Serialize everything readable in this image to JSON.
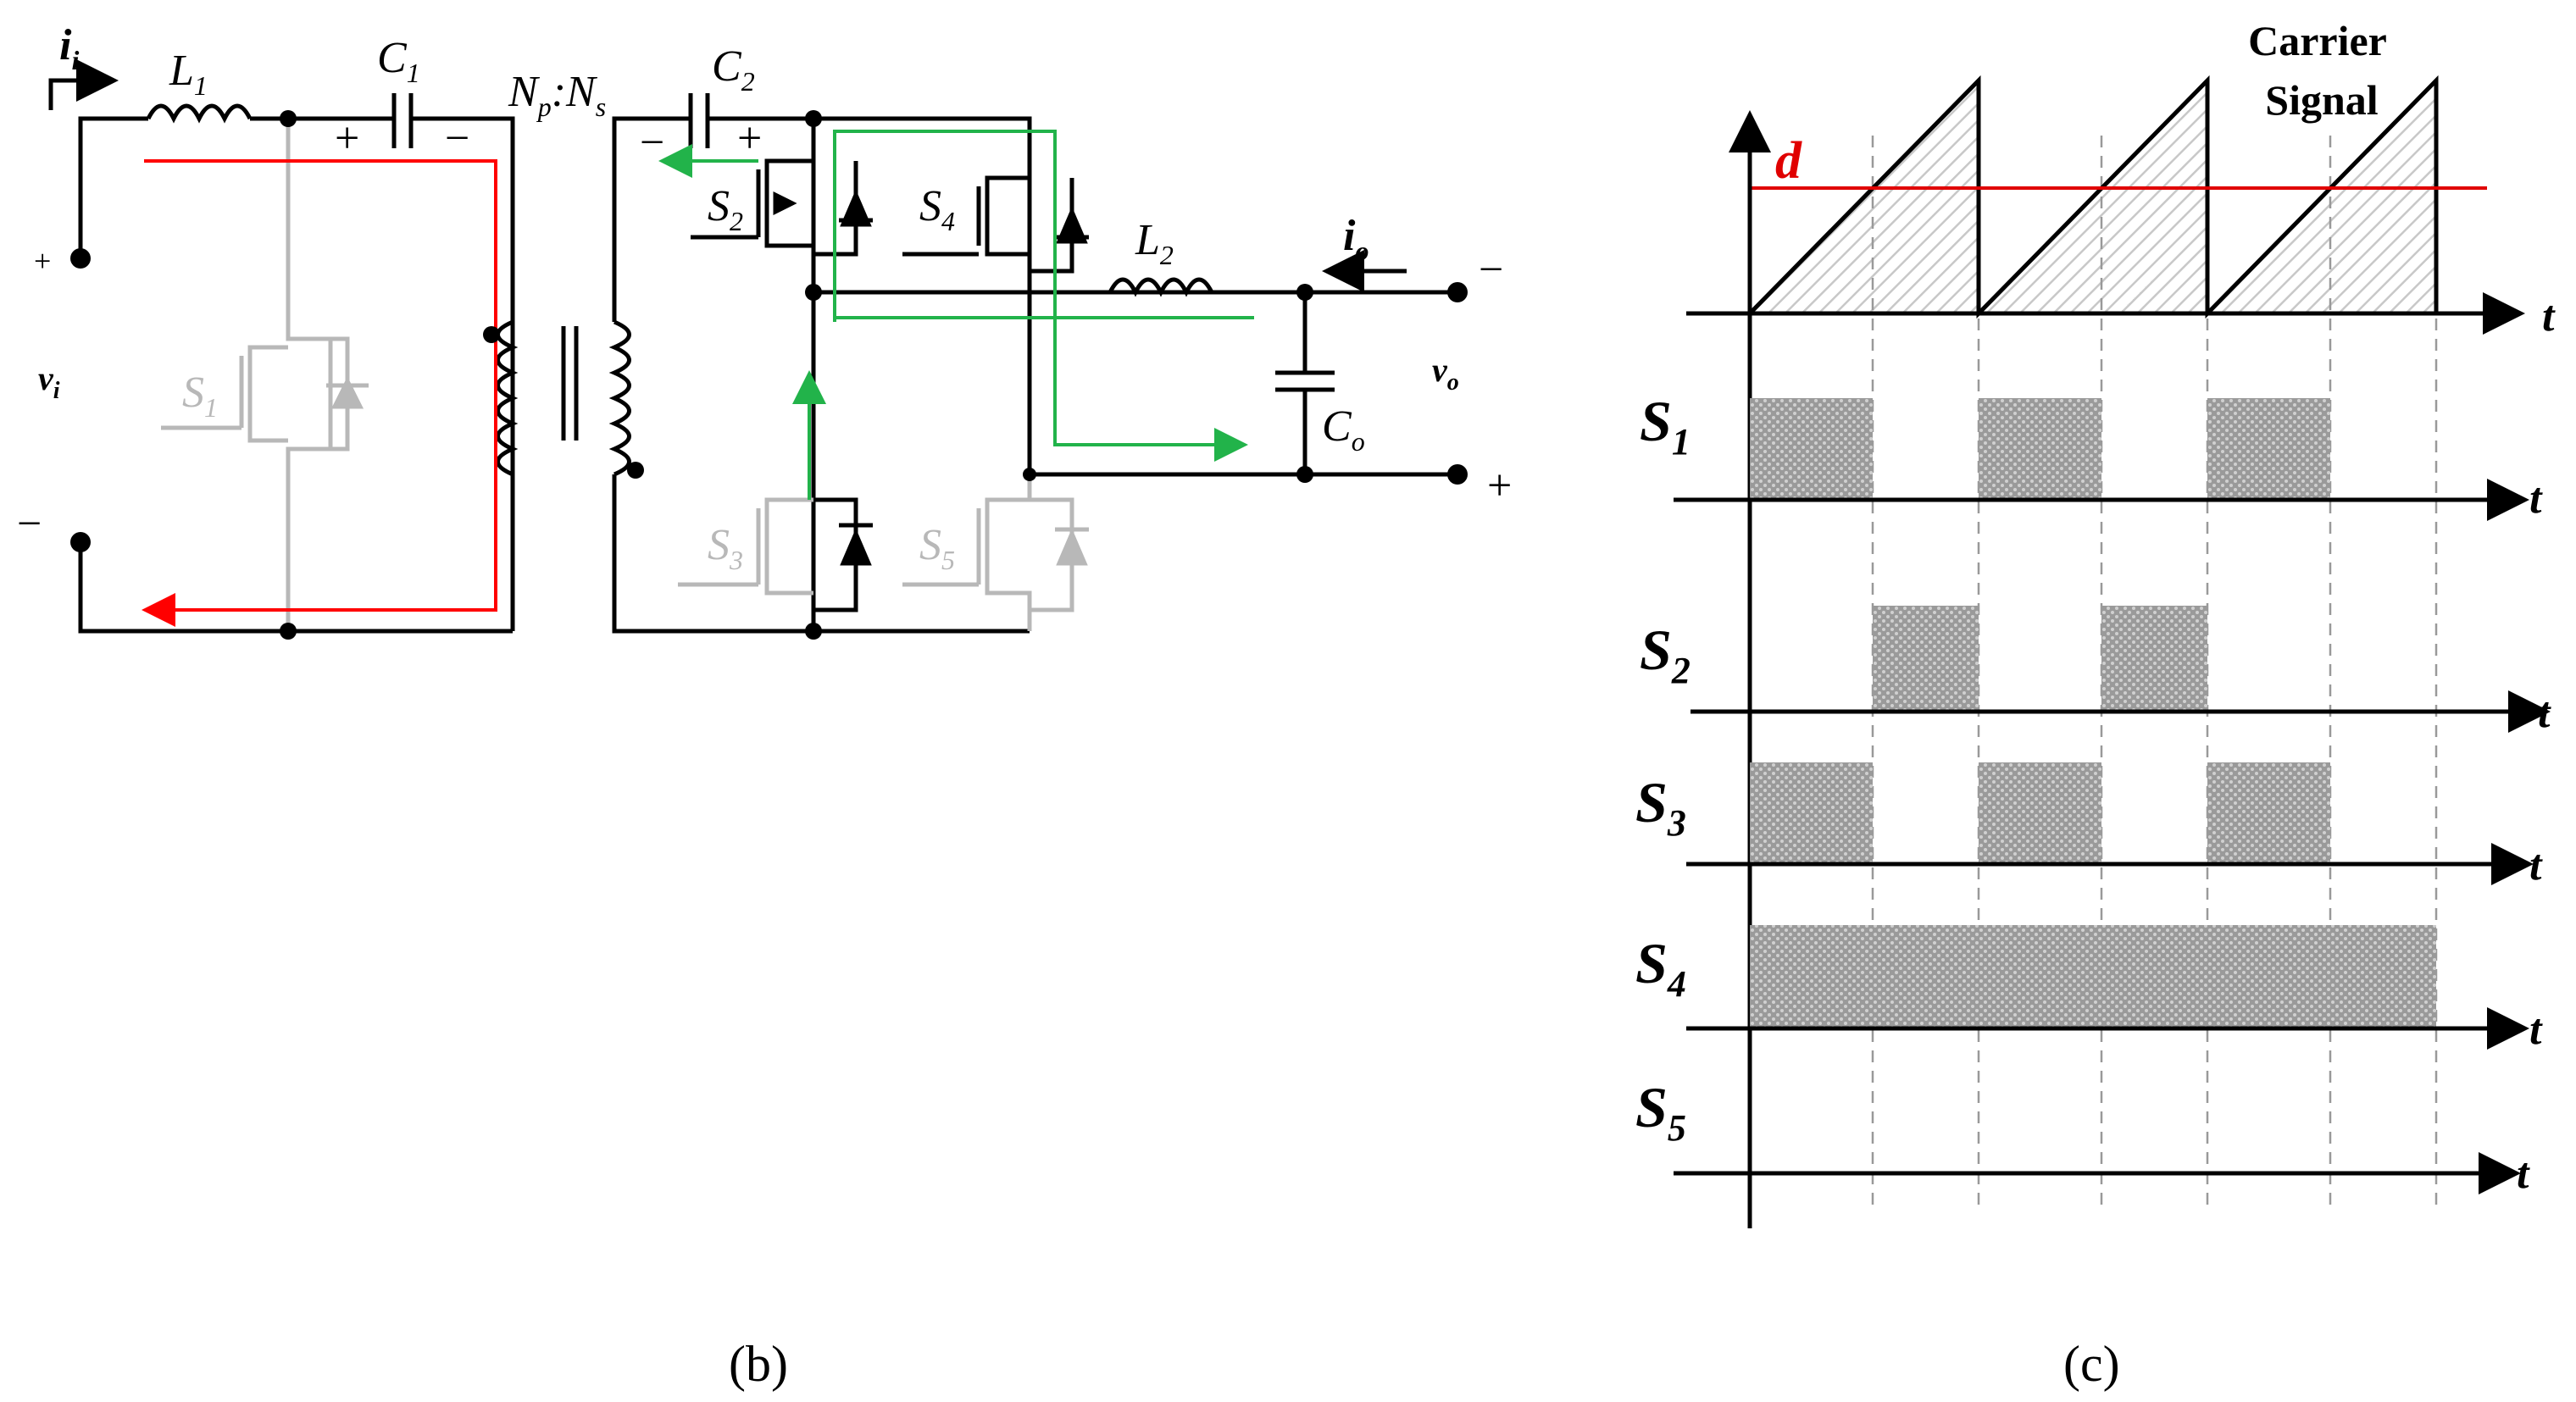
{
  "circuit": {
    "input_current": "i",
    "input_current_sub": "i",
    "L1": "L",
    "L1_sub": "1",
    "C1": "C",
    "C1_sub": "1",
    "C1_plus": "+",
    "C1_minus": "−",
    "turns_ratio_np": "N",
    "turns_ratio_np_sub": "p",
    "turns_ratio_sep": ":",
    "turns_ratio_ns": "N",
    "turns_ratio_ns_sub": "s",
    "C2": "C",
    "C2_sub": "2",
    "C2_minus": "−",
    "C2_plus": "+",
    "vin_plus": "+",
    "vin_minus": "−",
    "vin": "v",
    "vin_sub": "i",
    "S1": "S",
    "S1_sub": "1",
    "S2": "S",
    "S2_sub": "2",
    "S3": "S",
    "S3_sub": "3",
    "S4": "S",
    "S4_sub": "4",
    "S5": "S",
    "S5_sub": "5",
    "L2": "L",
    "L2_sub": "2",
    "io": "i",
    "io_sub": "o",
    "Co": "C",
    "Co_sub": "o",
    "vo": "v",
    "vo_sub": "o",
    "vo_minus": "−",
    "vo_plus": "+",
    "caption": "(b)"
  },
  "timing": {
    "carrier_label_line1": "Carrier",
    "carrier_label_line2": "Signal",
    "duty_label": "d",
    "time_label": "t",
    "caption": "(c)",
    "signals": [
      {
        "name": "S",
        "sub": "1"
      },
      {
        "name": "S",
        "sub": "2"
      },
      {
        "name": "S",
        "sub": "3"
      },
      {
        "name": "S",
        "sub": "4"
      },
      {
        "name": "S",
        "sub": "5"
      }
    ]
  },
  "colors": {
    "wire": "#000000",
    "inactive": "#b8b8b8",
    "primary_current": "#ff0000",
    "secondary_current": "#22b34a",
    "duty": "#e00000",
    "pulse_fill": "#999999"
  }
}
